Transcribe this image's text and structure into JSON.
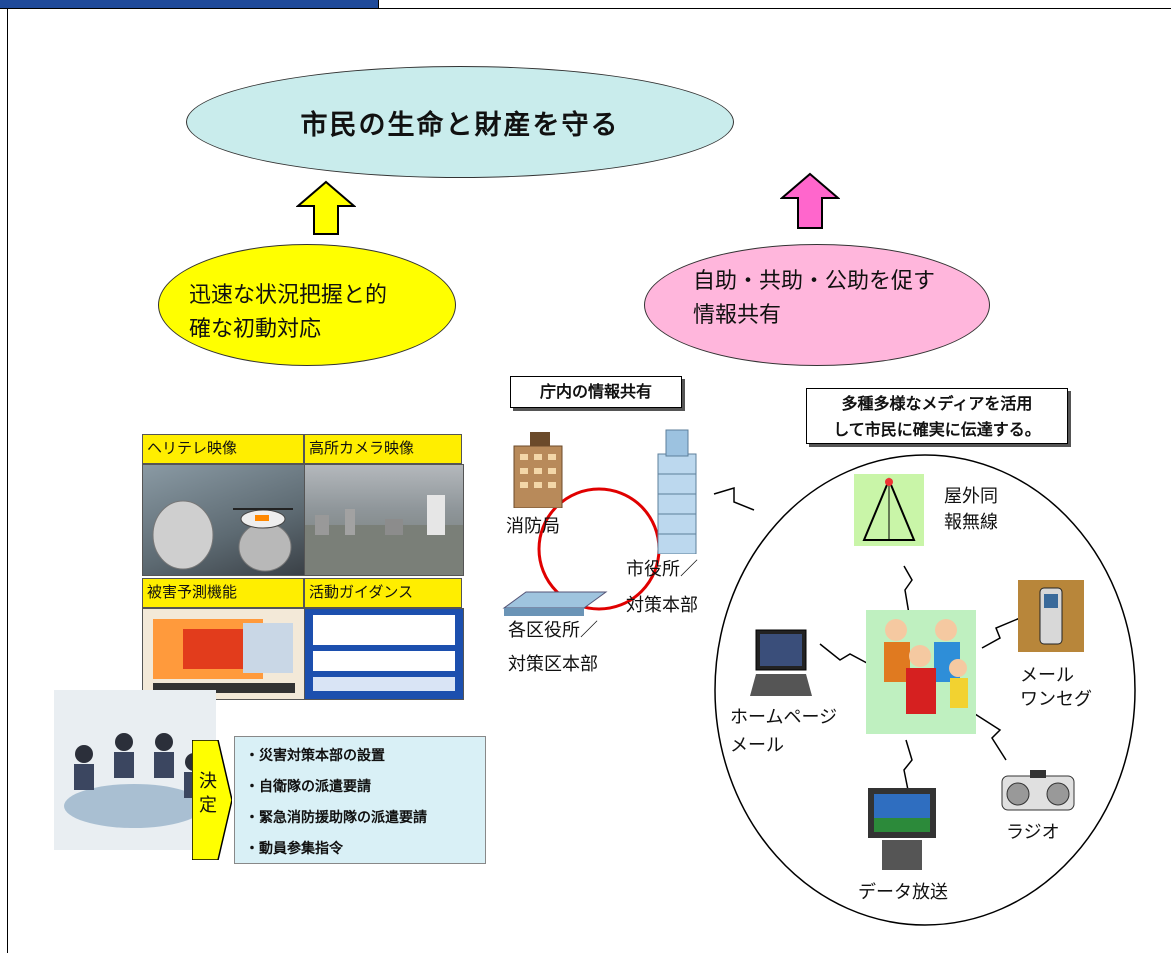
{
  "goal": "市民の生命と財産を守る",
  "left_ellipse": [
    "迅速な状況把握と的",
    "確な初動対応"
  ],
  "right_ellipse": [
    "自助・共助・公助を促す",
    "情報共有"
  ],
  "internal_box": "庁内の情報共有",
  "media_box": [
    "多種多様なメディアを活用",
    "して市民に確実に伝達する。"
  ],
  "photos": {
    "heli": "ヘリテレ映像",
    "camera": "高所カメラ映像",
    "damage": "被害予測機能",
    "guidance": "活動ガイダンス"
  },
  "nodes": {
    "fire": "消防局",
    "city_hall": [
      "市役所／",
      "対策本部"
    ],
    "ward": [
      "各区役所／",
      "対策区本部"
    ],
    "radio_outdoor": [
      "屋外同",
      "報無線"
    ],
    "mail_oneseg": [
      "メール",
      "ワンセグ"
    ],
    "homepage": [
      "ホームページ",
      "メール"
    ],
    "radio": "ラジオ",
    "data_broadcast": "データ放送"
  },
  "decision": {
    "label": "決定",
    "items": [
      "・災害対策本部の設置",
      "・自衛隊の派遣要請",
      "・緊急消防援助隊の派遣要請",
      "・動員参集指令"
    ]
  },
  "colors": {
    "yellow": "#ffff00",
    "pink": "#ffb6dc",
    "goal": "#c9ecec",
    "tab": "#1f4a9a"
  }
}
